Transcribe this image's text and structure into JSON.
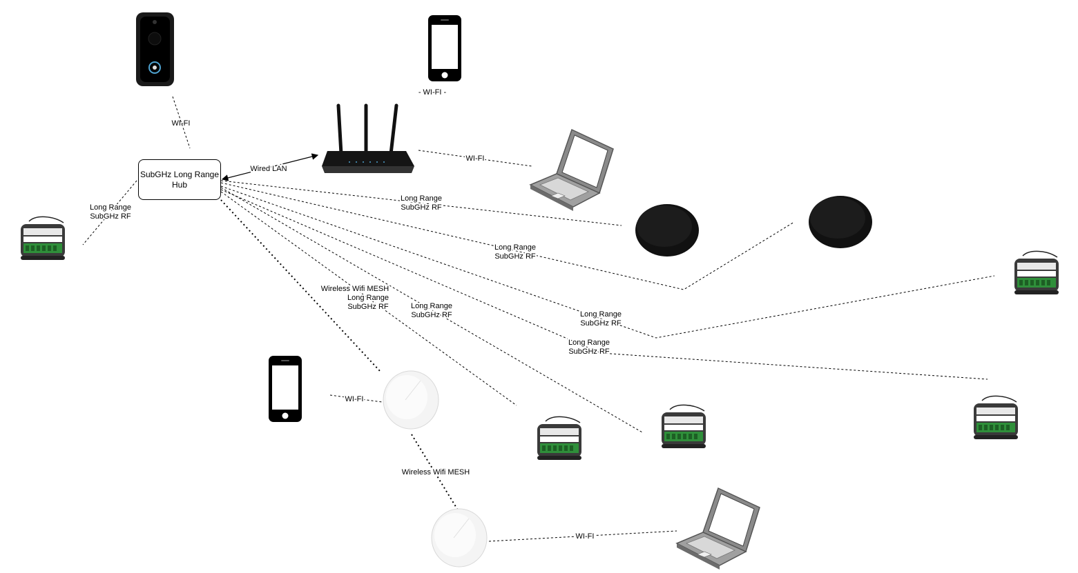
{
  "hub": {
    "label": "SubGHz Long Range\nHub"
  },
  "links": {
    "doorbell_wifi": "WI-FI",
    "phone_top_wifi": "- WI-FI -",
    "wired_lan": "Wired LAN",
    "router_laptop_wifi": "WI-FI",
    "rf_module_left": "Long Range\nSubGHz RF",
    "rf_puck_1": "Long Range\nSubGHz RF",
    "rf_puck_2": "Long Range\nSubGHz RF",
    "rf_module_right_top": "Long Range\nSubGHz RF",
    "rf_module_right_bottom": "Long Range\nSubGHz RF",
    "rf_module_mid_1": "Long Range\nSubGHz RF",
    "rf_module_mid_2": "Long Range\nSubGHz RF",
    "mesh_1": "Wireless Wifi MESH",
    "mesh_2": "Wireless Wifi MESH",
    "phone_bottom_wifi": "WI-FI",
    "laptop_bottom_wifi": "WI-FI"
  },
  "icons": [
    "doorbell-icon",
    "smartphone-icon",
    "router-icon",
    "laptop-icon",
    "puck-sensor-icon",
    "relay-module-icon",
    "mesh-node-icon"
  ]
}
